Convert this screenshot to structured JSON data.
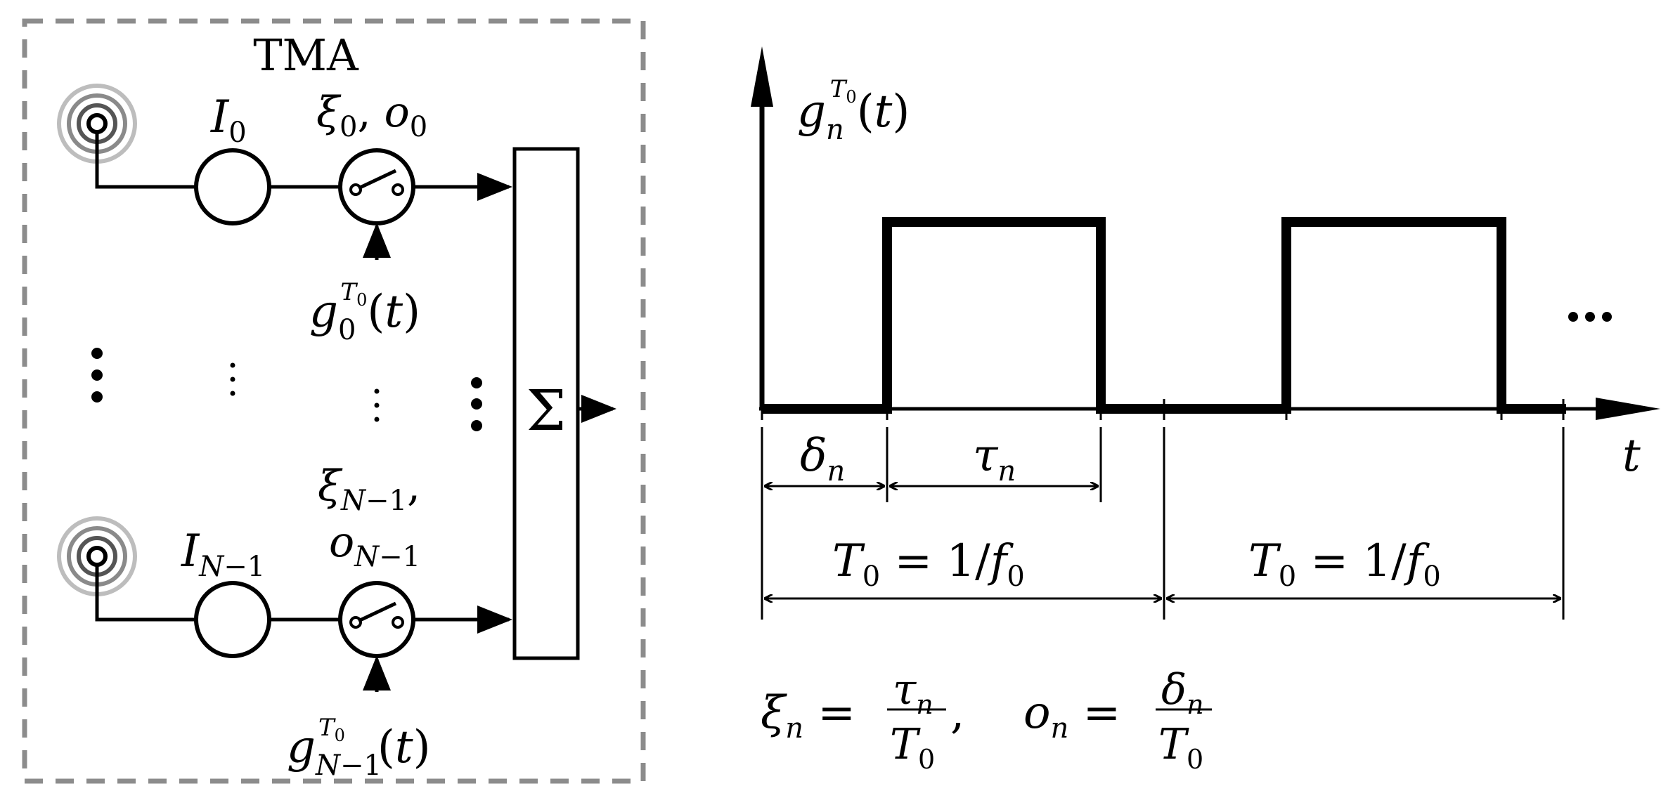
{
  "tma": {
    "title": "TMA",
    "top": {
      "current": "I0",
      "switch_params": "ξ0, o0",
      "control_signal": "g0^T0(t)"
    },
    "bottom": {
      "current": "IN−1",
      "switch_params_line1": "ξN−1,",
      "switch_params_line2": "oN−1",
      "control_signal": "gN−1^T0(t)"
    },
    "summer_symbol": "Σ"
  },
  "waveform": {
    "y_label": "gn^T0(t)",
    "x_label": "t",
    "continuation": "…",
    "delta_label": "δn",
    "tau_label": "τn",
    "period_label": "T0 = 1/f0",
    "period_label_2": "T0 = 1/f0"
  },
  "formulas": {
    "xi_lhs": "ξn",
    "xi_num": "τn",
    "xi_den": "T0",
    "o_lhs": "on",
    "o_num": "δn",
    "o_den": "T0"
  },
  "colors": {
    "line": "#000000",
    "dashed_border": "#8c8c8c",
    "antenna_ring_outer": "#bdbdbd",
    "antenna_ring_mid": "#8a8a8a",
    "antenna_ring_inner": "#555555"
  }
}
